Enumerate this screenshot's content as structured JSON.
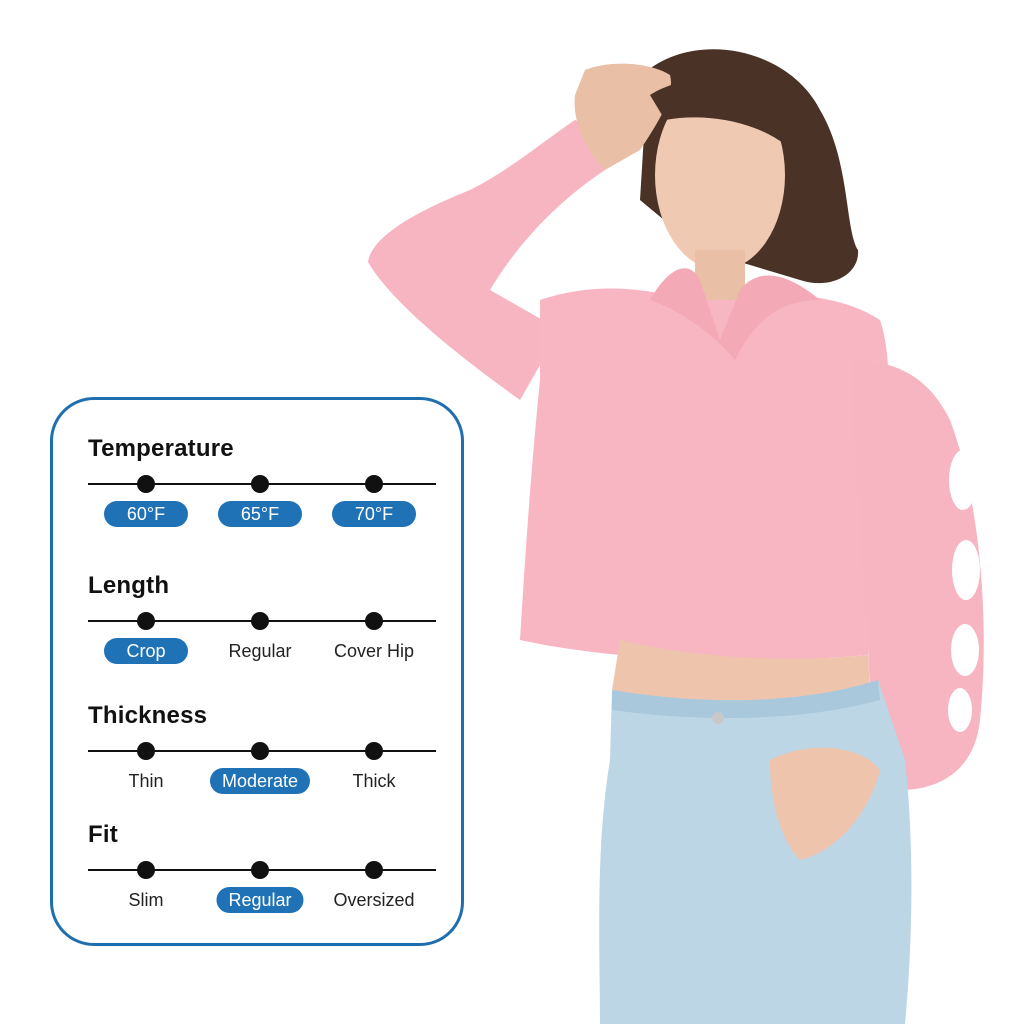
{
  "colors": {
    "accent": "#1f72b6",
    "card_border": "#1f6fb0",
    "hoodie": "#f7b6c1",
    "jeans": "#bcd6e6"
  },
  "spec_card": {
    "sections": [
      {
        "title": "Temperature",
        "options": [
          "60°F",
          "65°F",
          "70°F"
        ],
        "selected": [
          "60°F",
          "65°F",
          "70°F"
        ]
      },
      {
        "title": "Length",
        "options": [
          "Crop",
          "Regular",
          "Cover Hip"
        ],
        "selected": [
          "Crop"
        ]
      },
      {
        "title": "Thickness",
        "options": [
          "Thin",
          "Moderate",
          "Thick"
        ],
        "selected": [
          "Moderate"
        ]
      },
      {
        "title": "Fit",
        "options": [
          "Slim",
          "Regular",
          "Oversized"
        ],
        "selected": [
          "Regular"
        ]
      }
    ]
  }
}
